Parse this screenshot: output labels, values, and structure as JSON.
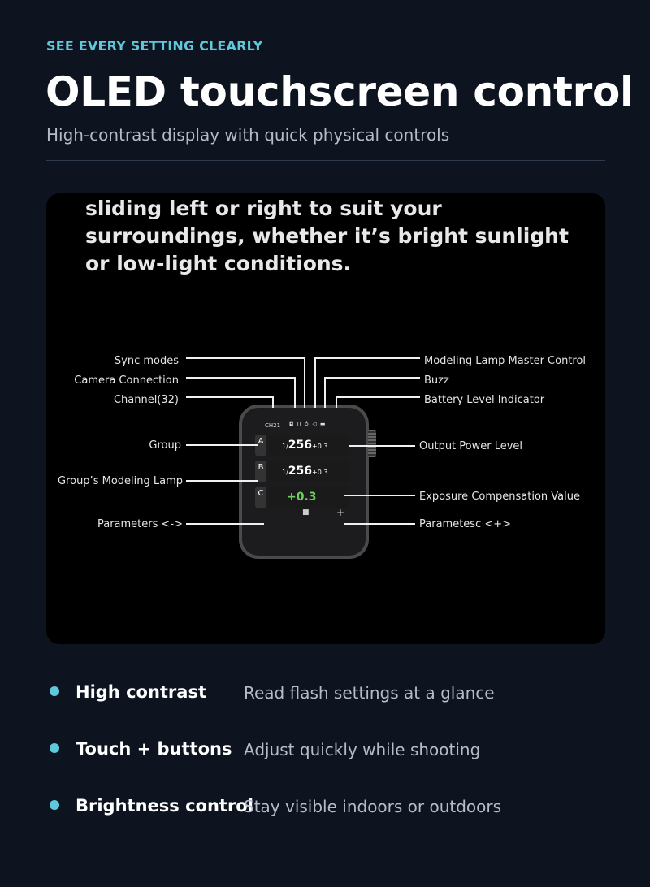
{
  "header": {
    "eyebrow": "SEE EVERY SETTING CLEARLY",
    "title": "OLED touchscreen control",
    "subtitle": "High-contrast display with quick physical controls"
  },
  "panel": {
    "text": "sliding left or right to suit your surroundings, whether it’s bright sunlight or low-light conditions.",
    "screen": {
      "channel": "CH21",
      "groups": [
        {
          "letter": "A",
          "value": "1/256+0.3",
          "fraction": "1/",
          "main": "256",
          "suffix": "+0.3"
        },
        {
          "letter": "B",
          "value": "1/256+0.3",
          "fraction": "1/",
          "main": "256",
          "suffix": "+0.3"
        },
        {
          "letter": "C",
          "value": "+0.3"
        }
      ],
      "minus": "–",
      "center": "■",
      "plus": "+"
    },
    "callouts_left": {
      "sync": "Sync modes",
      "camera": "Camera Connection",
      "channel": "Channel(32)",
      "group": "Group",
      "lamp": "Group’s Modeling Lamp",
      "params_minus": "Parameters <->"
    },
    "callouts_right": {
      "modeling": "Modeling Lamp Master Control",
      "buzz": "Buzz",
      "battery": "Battery Level Indicator",
      "output": "Output Power Level",
      "exposure": "Exposure Compensation Value",
      "params_plus": "Parametesc <+>"
    }
  },
  "features": [
    {
      "title": "High contrast",
      "desc": "Read flash settings at a glance"
    },
    {
      "title": "Touch + buttons",
      "desc": "Adjust quickly while shooting"
    },
    {
      "title": "Brightness control",
      "desc": "Stay visible indoors or outdoors"
    }
  ],
  "colors": {
    "accent": "#5fc8da",
    "background": "#0d1420",
    "exposure_green": "#6ad15a"
  }
}
